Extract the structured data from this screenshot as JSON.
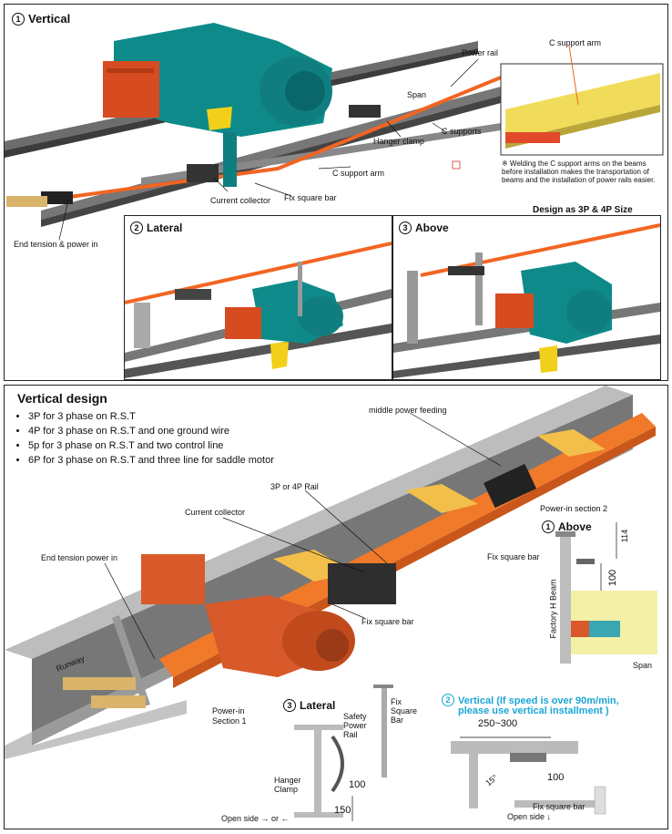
{
  "top": {
    "vertical": {
      "num": "1",
      "title": "Vertical",
      "labels": {
        "power_rail": "Power rail",
        "span": "Span",
        "hanger_clamp": "Hanger clamp",
        "c_supports": "C supports",
        "c_support_arm": "C support arm",
        "current_collector": "Current collector",
        "fix_square_bar": "Fix square bar",
        "end_tension": "End tension & power in"
      },
      "inset": {
        "label": "C support arm",
        "note": "※ Welding the C support arms on the beams before installation makes the transportation of beams and the installation of power rails easier."
      },
      "design_size": "Design as 3P & 4P Size"
    },
    "lateral": {
      "num": "2",
      "title": "Lateral"
    },
    "above": {
      "num": "3",
      "title": "Above"
    }
  },
  "bottom": {
    "title": "Vertical design",
    "bullets": [
      "3P for 3 phase on R.S.T",
      "4P for 3 phase on R.S.T and one ground wire",
      "5p for 3 phase on R.S.T and two control line",
      "6P for 3 phase on R.S.T and three line for saddle motor"
    ],
    "labels": {
      "middle_power": "middle power feeding",
      "rail_3p4p": "3P or 4P Rail",
      "current_collector": "Current collector",
      "end_tension": "End tension power in",
      "fix_square_bar": "Fix square bar",
      "runway": "Runway",
      "power_in_1a": "Power-in",
      "power_in_1b": "Section 1",
      "power_in_2": "Power-in section 2"
    },
    "above": {
      "num": "1",
      "title": "Above",
      "fix_square_bar": "Fix square bar",
      "dim_114": "114",
      "dim_100": "100",
      "factory_beam": "Factory H Beam",
      "span": "Span"
    },
    "lateral": {
      "num": "3",
      "title": "Lateral",
      "safety_1": "Safety",
      "safety_2": "Power",
      "safety_3": "Rail",
      "fix_1": "Fix",
      "fix_2": "Square",
      "fix_3": "Bar",
      "hanger_1": "Hanger",
      "hanger_2": "Clamp",
      "dim_100": "100",
      "dim_150": "150",
      "open_side": "Open side → or ←"
    },
    "vertical_note": {
      "num": "2",
      "line1": "Vertical (If speed is over 90m/min,",
      "line2": "please use vertical installment )",
      "dim_range": "250~300",
      "dim_angle": "15°",
      "dim_100": "100",
      "fix_square_bar": "Fix square bar",
      "open_side": "Open side ↓"
    }
  }
}
